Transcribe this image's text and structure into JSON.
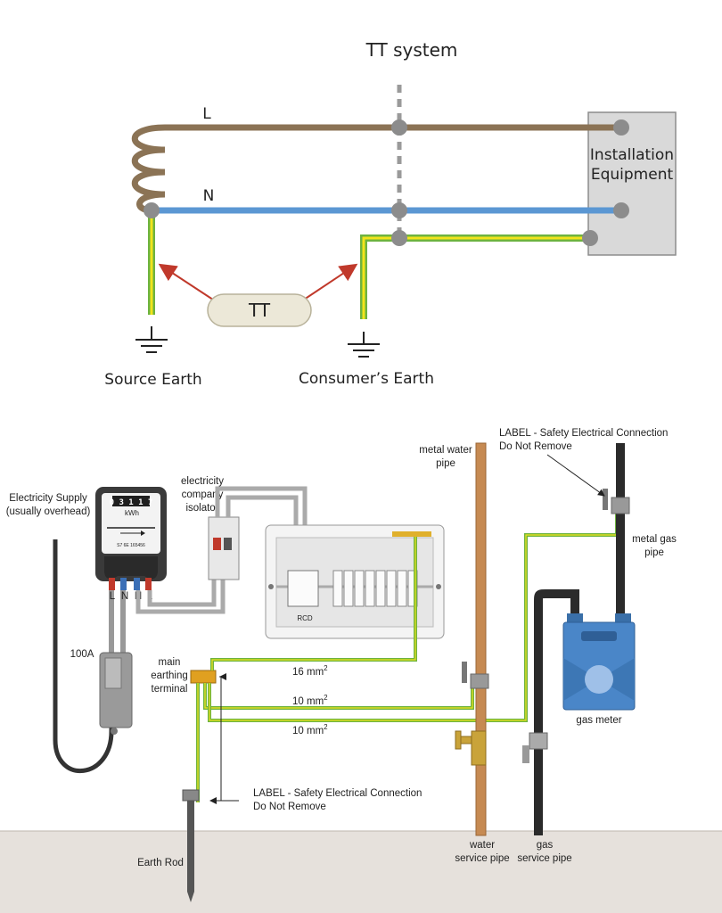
{
  "tt": {
    "title": "TT system",
    "line_L": "L",
    "line_N": "N",
    "equipment_1": "Installation",
    "equipment_2": "Equipment",
    "tt_pill": "TT",
    "source_earth": "Source Earth",
    "consumer_earth": "Consumer’s Earth"
  },
  "install": {
    "supply_1": "Electricity Supply",
    "supply_2": "(usually overhead)",
    "meter_reading": "0 3 1 1 7",
    "meter_unit": "kWh",
    "meter_serial": "S7 6E 165456",
    "meter_terminals": [
      "L",
      "N",
      "N",
      "L"
    ],
    "isolator_1": "electricity",
    "isolator_2": "company",
    "isolator_3": "isolator",
    "fuse_rating": "100A",
    "rcd": "RCD",
    "met_1": "main",
    "met_2": "earthing",
    "met_3": "terminal",
    "cable_1": "16 mm",
    "cable_2": "10 mm",
    "cable_3": "10 mm",
    "cable_sup": "2",
    "water_pipe_1": "metal water",
    "water_pipe_2": "pipe",
    "label_top_1": "LABEL - Safety Electrical Connection",
    "label_top_2": "Do Not Remove",
    "gas_pipe_1": "metal gas",
    "gas_pipe_2": "pipe",
    "gas_meter": "gas meter",
    "label_bottom_1": "LABEL - Safety Electrical Connection",
    "label_bottom_2": "Do Not Remove",
    "earth_rod": "Earth Rod",
    "water_service_1": "water",
    "water_service_2": "service pipe",
    "gas_service_1": "gas",
    "gas_service_2": "service pipe"
  },
  "colors": {
    "line": "#8b7355",
    "neutral": "#5b97d3",
    "earth_green": "#6db33f",
    "earth_yellow": "#f2e41b",
    "node": "#8c8c8c",
    "arrow": "#c0392b",
    "copper": "#c68a52",
    "gas_meter": "#4a86c8",
    "ground": "#e6e1dc"
  }
}
